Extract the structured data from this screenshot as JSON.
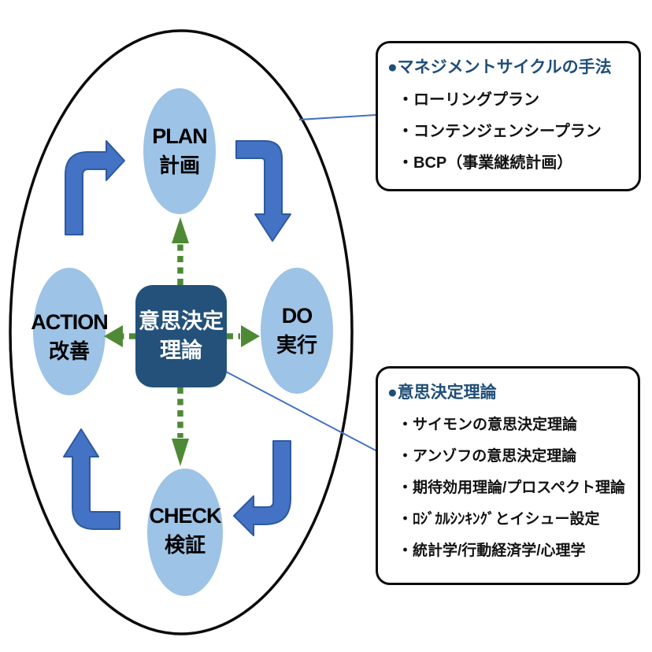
{
  "diagram": {
    "cycle": {
      "plan": {
        "en": "PLAN",
        "ja": "計画"
      },
      "do": {
        "en": "DO",
        "ja": "実行"
      },
      "check": {
        "en": "CHECK",
        "ja": "検証"
      },
      "action": {
        "en": "ACTION",
        "ja": "改善"
      }
    },
    "center": {
      "line1": "意思決定",
      "line2": "理論"
    }
  },
  "callouts": {
    "management": {
      "title": "●マネジメントサイクルの手法",
      "items": [
        "・ローリングプラン",
        "・コンテンジェンシープラン",
        "・BCP（事業継続計画）"
      ]
    },
    "decision": {
      "title": "●意思決定理論",
      "items": [
        "・サイモンの意思決定理論",
        "・アンゾフの意思決定理論",
        "・期待効用理論/プロスペクト理論",
        "・ﾛｼﾞｶﾙｼﾝｷﾝｸﾞとイシュー設定",
        "・統計学/行動経済学/心理学"
      ]
    }
  },
  "colors": {
    "node_fill": "#9DC3E6",
    "center_box_fill": "#235179",
    "cycle_arrow_fill": "#4472C4",
    "cycle_arrow_border": "#2E5AA0",
    "dashed_arrow_green": "#4E8A35",
    "callout_title_blue": "#1F4E79",
    "connector_blue": "#4472C4",
    "outline_black": "#0b0b0b"
  }
}
